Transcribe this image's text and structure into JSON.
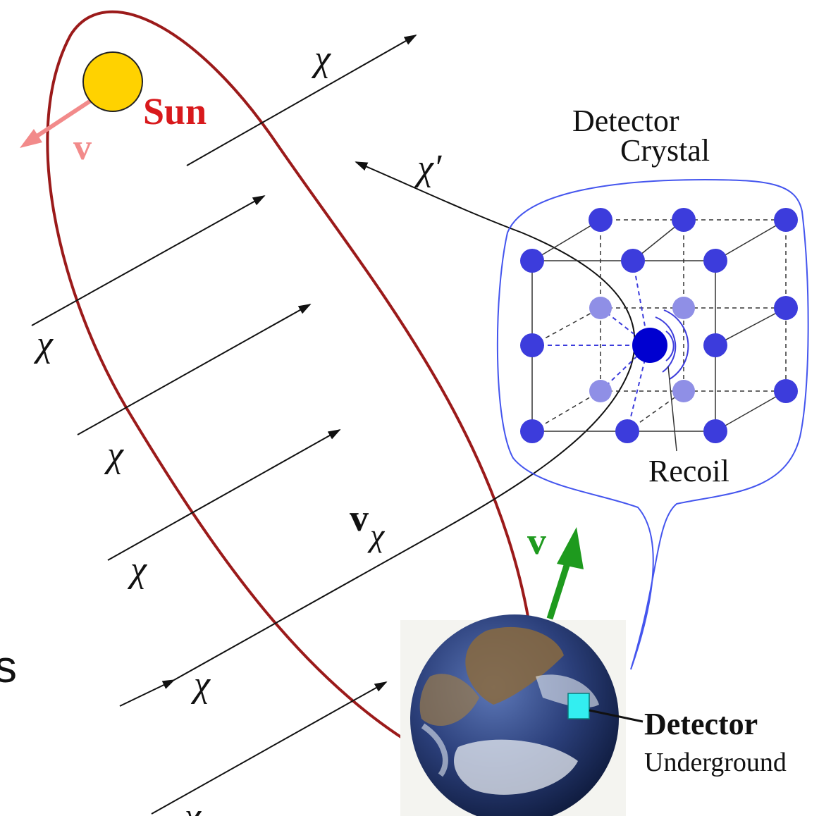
{
  "labels": {
    "sun": "Sun",
    "sun_velocity": "v",
    "earth_velocity": "v",
    "wimp": "χ",
    "wimp_scattered": "χ′",
    "wimp_velocity_symbol": "v",
    "wimp_velocity_subscript": "χ",
    "detector_crystal_line1": "Detector",
    "detector_crystal_line2": "Crystal",
    "recoil": "Recoil",
    "detector": "Detector",
    "underground": "Underground",
    "edge_text": "s"
  },
  "colors": {
    "orbit": "#9b1a1a",
    "sun_fill": "#ffd200",
    "sun_label": "#d8191c",
    "sun_velocity": "#f28a8a",
    "earth_velocity": "#1e9a1e",
    "crystal_outline": "#4455ee",
    "atom": "#3c3cdc",
    "atom_back": "#8f8fe6",
    "recoil_atom": "#0000d0",
    "detector_box": "#33eef0",
    "earth_ocean": "#2b3f7a",
    "earth_land": "#8a6a3e"
  },
  "icons": [
    "sun-icon",
    "earth-icon",
    "atom-icon",
    "detector-icon"
  ]
}
